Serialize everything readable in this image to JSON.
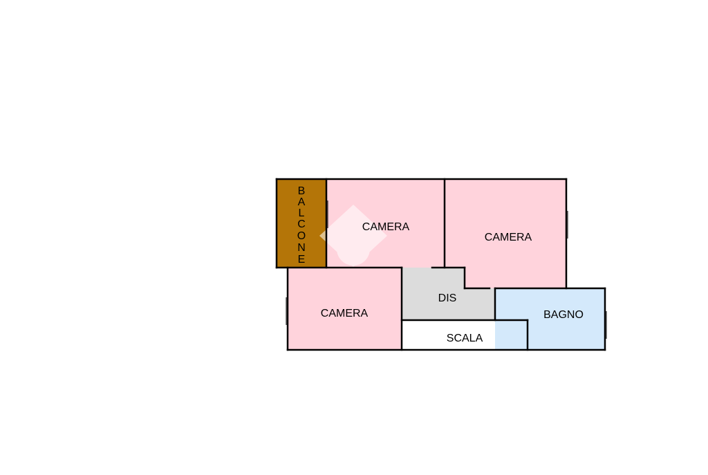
{
  "floor_plan": {
    "rooms": [
      {
        "id": "balcone",
        "label": "BALCONE",
        "color": "#b47508"
      },
      {
        "id": "camera-1",
        "label": "CAMERA",
        "color": "#ffd3dc"
      },
      {
        "id": "camera-2",
        "label": "CAMERA",
        "color": "#ffd3dc"
      },
      {
        "id": "camera-3",
        "label": "CAMERA",
        "color": "#ffd3dc"
      },
      {
        "id": "dis",
        "label": "DIS",
        "color": "#dcdcdc"
      },
      {
        "id": "scala",
        "label": "SCALA",
        "color": "#ffffff"
      },
      {
        "id": "bagno",
        "label": "BAGNO",
        "color": "#d4e9fb"
      }
    ],
    "wall_color": "#000000",
    "watermark": "house-logo-watermark"
  }
}
